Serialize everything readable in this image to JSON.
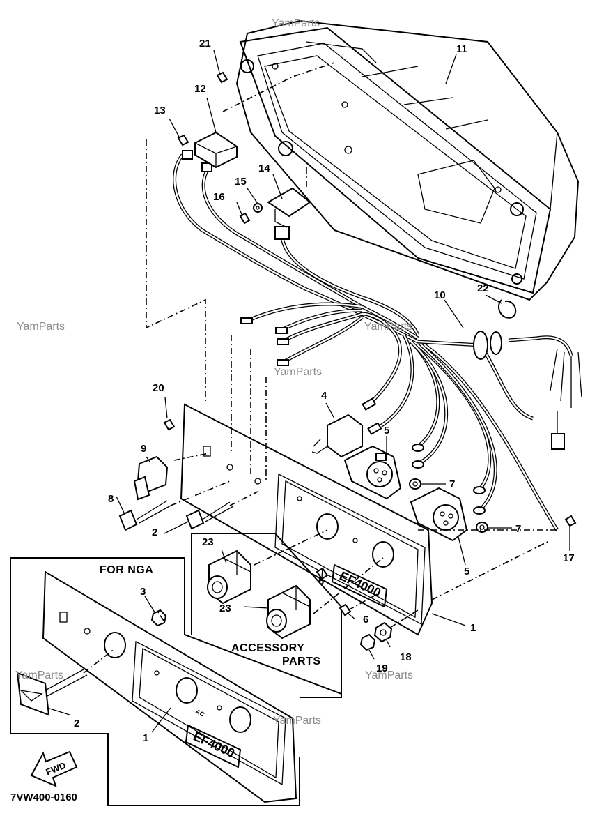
{
  "watermarks": [
    "YamParts",
    "YamParts",
    "YamParts",
    "YamParts",
    "YamParts",
    "YamParts",
    "YamParts"
  ],
  "callouts": {
    "c1": "1",
    "c1b": "1",
    "c2": "2",
    "c2b": "2",
    "c3": "3",
    "c4": "4",
    "c5": "5",
    "c5b": "5",
    "c6": "6",
    "c6b": "6",
    "c7": "7",
    "c7b": "7",
    "c8": "8",
    "c9": "9",
    "c10": "10",
    "c11": "11",
    "c12": "12",
    "c13": "13",
    "c14": "14",
    "c15": "15",
    "c16": "16",
    "c17": "17",
    "c18": "18",
    "c19": "19",
    "c20": "20",
    "c21": "21",
    "c22": "22",
    "c23": "23",
    "c23b": "23"
  },
  "labels": {
    "for_nga": "FOR NGA",
    "accessory_line1": "ACCESSORY",
    "accessory_line2": "PARTS",
    "fwd": "FWD",
    "diagram_code": "7VW400-0160",
    "model_stamp": "EF4000",
    "model_stamp_small": "EF4000",
    "ac": "AC"
  }
}
